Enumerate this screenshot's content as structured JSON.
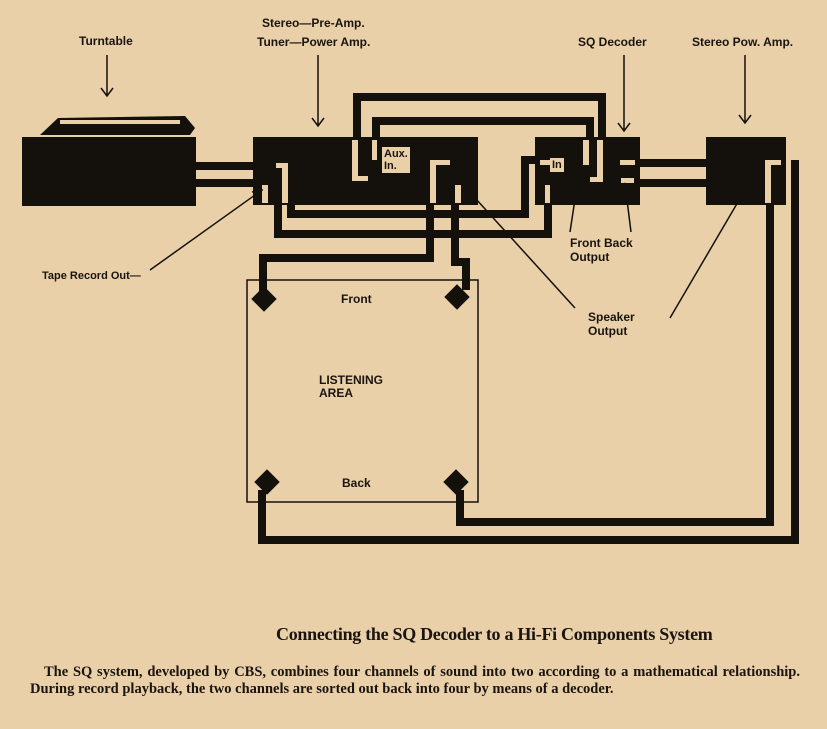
{
  "labels": {
    "turntable": "Turntable",
    "preamp_line1": "Stereo—Pre-Amp.",
    "preamp_line2": "Tuner—Power Amp.",
    "sq_decoder": "SQ Decoder",
    "power_amp": "Stereo Pow. Amp.",
    "aux_in_line1": "Aux.",
    "aux_in_line2": "In.",
    "decoder_in": "In",
    "front_back_line1": "Front Back",
    "front_back_line2": "Output",
    "tape_record_out": "Tape Record Out—",
    "speaker_output_line1": "Speaker",
    "speaker_output_line2": "Output",
    "front": "Front",
    "listening_line1": "LISTENING",
    "listening_line2": "AREA",
    "back": "Back"
  },
  "caption": {
    "title": "Connecting the SQ Decoder to a Hi-Fi Components System",
    "body": "The SQ system, developed by CBS, combines four channels of sound into two according to a mathematical relationship. During record playback, the two channels are sorted out back into four by means of a decoder."
  }
}
